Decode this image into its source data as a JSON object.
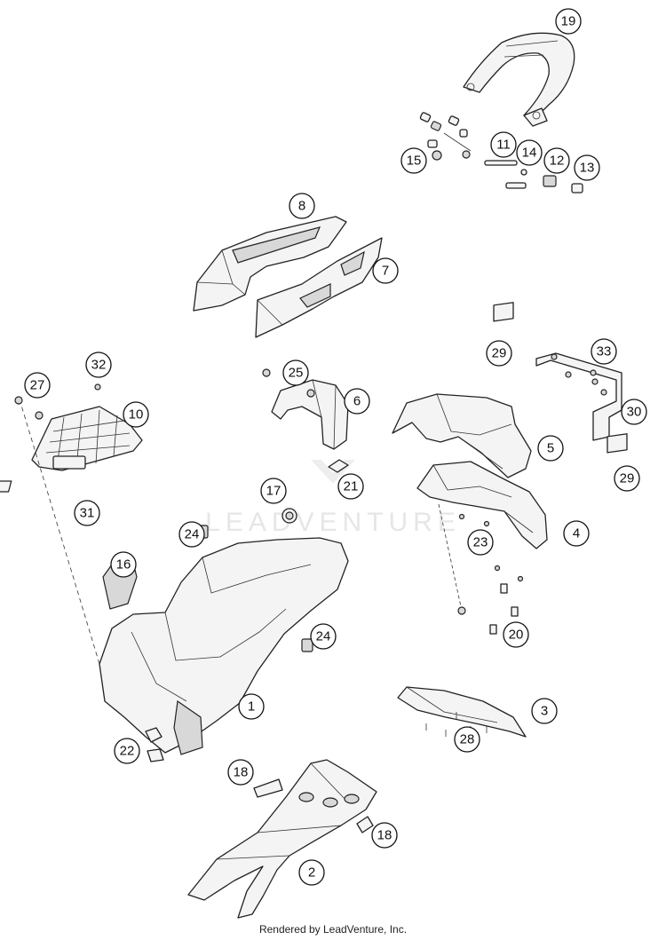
{
  "watermark": "LEADVENTURE",
  "footer": "Rendered by LeadVenture, Inc.",
  "callouts": [
    "19",
    "11",
    "14",
    "12",
    "13",
    "15",
    "8",
    "7",
    "29",
    "33",
    "30",
    "5",
    "29",
    "6",
    "25",
    "21",
    "32",
    "27",
    "10",
    "31",
    "17",
    "24",
    "16",
    "23",
    "4",
    "20",
    "24",
    "1",
    "3",
    "28",
    "22",
    "18",
    "18",
    "2"
  ]
}
